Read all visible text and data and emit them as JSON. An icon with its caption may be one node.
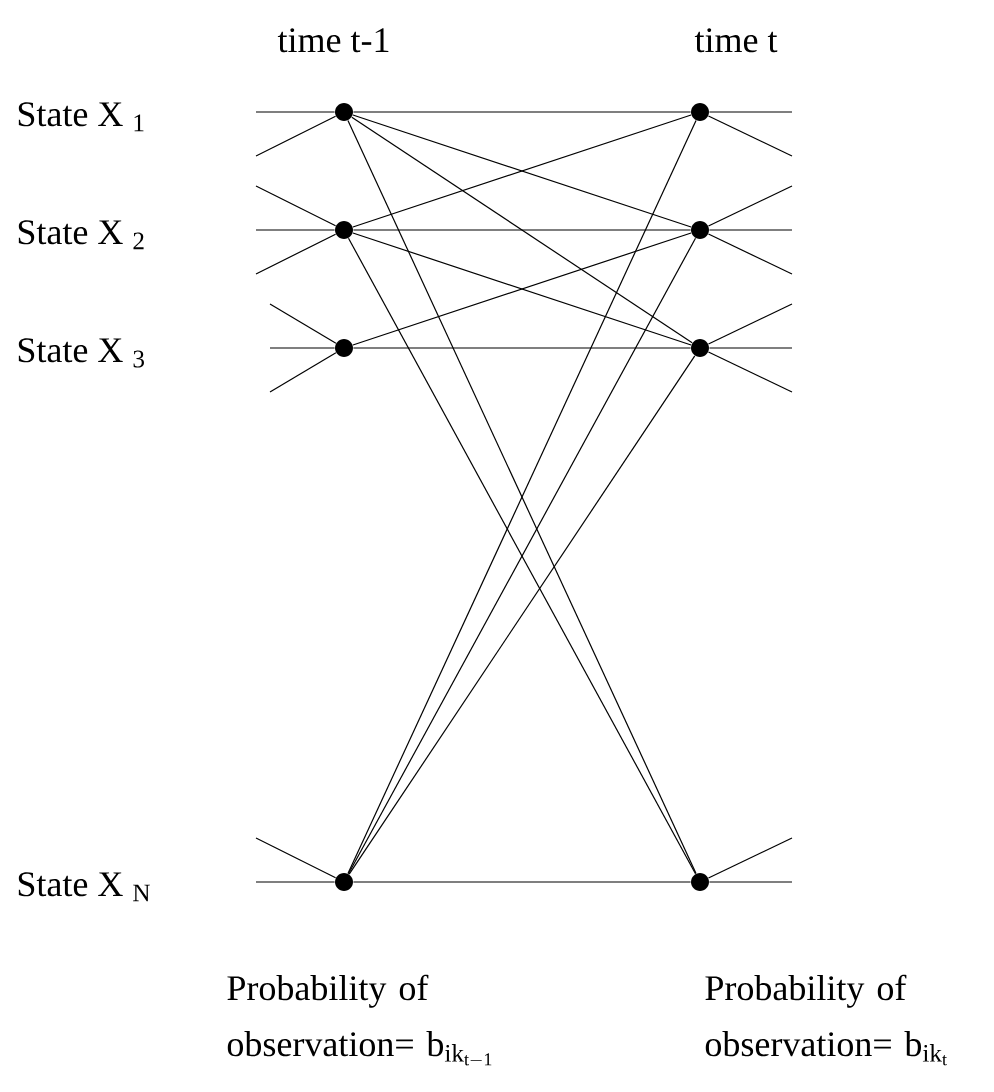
{
  "diagram": {
    "nodes": [
      {
        "text": [],
        "shape": "circle"
      },
      {
        "text": [],
        "shape": "circle"
      },
      {
        "text": [],
        "shape": "circle"
      },
      {
        "text": [],
        "shape": "circle"
      },
      {
        "text": [],
        "shape": "circle"
      },
      {
        "text": [],
        "shape": "circle"
      },
      {
        "text": [],
        "shape": "circle"
      },
      {
        "text": [],
        "shape": "circle"
      }
    ],
    "edges": [
      {
        "from": 0,
        "to": 4,
        "arrow": "none"
      },
      {
        "from": 0,
        "to": 5,
        "arrow": "none"
      },
      {
        "from": 0,
        "to": 6,
        "arrow": "none"
      },
      {
        "from": 0,
        "to": 7,
        "arrow": "none"
      },
      {
        "from": 1,
        "to": 4,
        "arrow": "none"
      },
      {
        "from": 1,
        "to": 5,
        "arrow": "none"
      },
      {
        "from": 1,
        "to": 6,
        "arrow": "none"
      },
      {
        "from": 1,
        "to": 7,
        "arrow": "none"
      },
      {
        "from": 2,
        "to": 5,
        "arrow": "none"
      },
      {
        "from": 2,
        "to": 6,
        "arrow": "none"
      },
      {
        "from": 3,
        "to": 4,
        "arrow": "none"
      },
      {
        "from": 3,
        "to": 5,
        "arrow": "none"
      },
      {
        "from": 3,
        "to": 6,
        "arrow": "none"
      },
      {
        "from": 3,
        "to": 7,
        "arrow": "none"
      },
      {
        "from": null,
        "to": 0,
        "arrow": "none"
      },
      {
        "from": null,
        "to": 0,
        "arrow": "none"
      },
      {
        "from": null,
        "to": 1,
        "arrow": "none"
      },
      {
        "from": null,
        "to": 1,
        "arrow": "none"
      },
      {
        "from": null,
        "to": 1,
        "arrow": "none"
      },
      {
        "from": null,
        "to": 2,
        "arrow": "none"
      },
      {
        "from": null,
        "to": 2,
        "arrow": "none"
      },
      {
        "from": null,
        "to": 2,
        "arrow": "none"
      },
      {
        "from": null,
        "to": 3,
        "arrow": "none"
      },
      {
        "from": null,
        "to": 3,
        "arrow": "none"
      },
      {
        "from": 4,
        "to": null,
        "arrow": "none"
      },
      {
        "from": 4,
        "to": null,
        "arrow": "none"
      },
      {
        "from": 5,
        "to": null,
        "arrow": "none"
      },
      {
        "from": 5,
        "to": null,
        "arrow": "none"
      },
      {
        "from": 5,
        "to": null,
        "arrow": "none"
      },
      {
        "from": 6,
        "to": null,
        "arrow": "none"
      },
      {
        "from": 6,
        "to": null,
        "arrow": "none"
      },
      {
        "from": 6,
        "to": null,
        "arrow": "none"
      },
      {
        "from": 7,
        "to": null,
        "arrow": "none"
      },
      {
        "from": 7,
        "to": null,
        "arrow": "none"
      }
    ],
    "labels": [
      "time t-1",
      "time t",
      "State X $_{1}$",
      "State X $_{2}$",
      "State X $_{3}$",
      "State X $_{N}$",
      "Probability of observation=",
      "\\mathrm{b}_{\\mathrm{ik}_{\\mathrm{t-1}}}",
      "Probability of observation=",
      "\\mathrm{b}_{\\mathrm{ik}_{\\mathrm{t}}}"
    ]
  }
}
